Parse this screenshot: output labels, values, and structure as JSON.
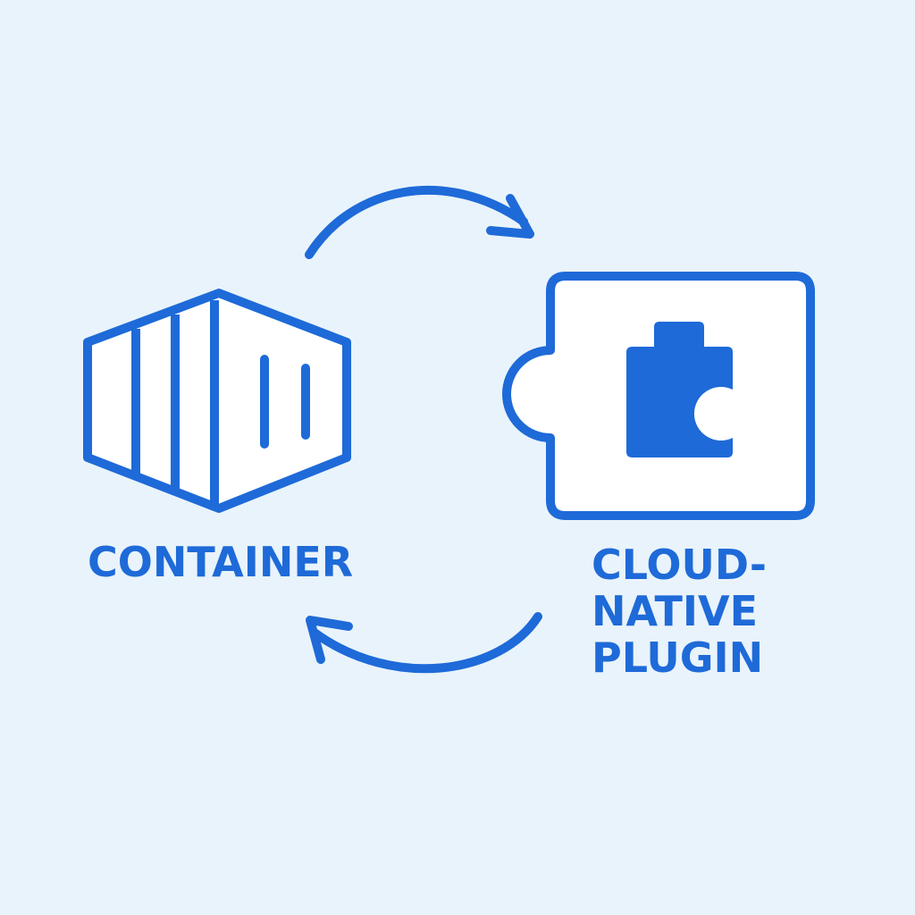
{
  "colors": {
    "background": "#e9f3fb",
    "accent": "#1e6ad8",
    "fill": "#ffffff"
  },
  "nodes": {
    "container": {
      "icon": "shipping-container-icon",
      "label": "CONTAINER"
    },
    "plugin": {
      "icon": "puzzle-piece-icon",
      "label_lines": [
        "CLOUD-",
        "NATIVE",
        "PLUGIN"
      ]
    }
  },
  "arrows": [
    {
      "from": "container",
      "to": "plugin"
    },
    {
      "from": "plugin",
      "to": "container"
    }
  ]
}
